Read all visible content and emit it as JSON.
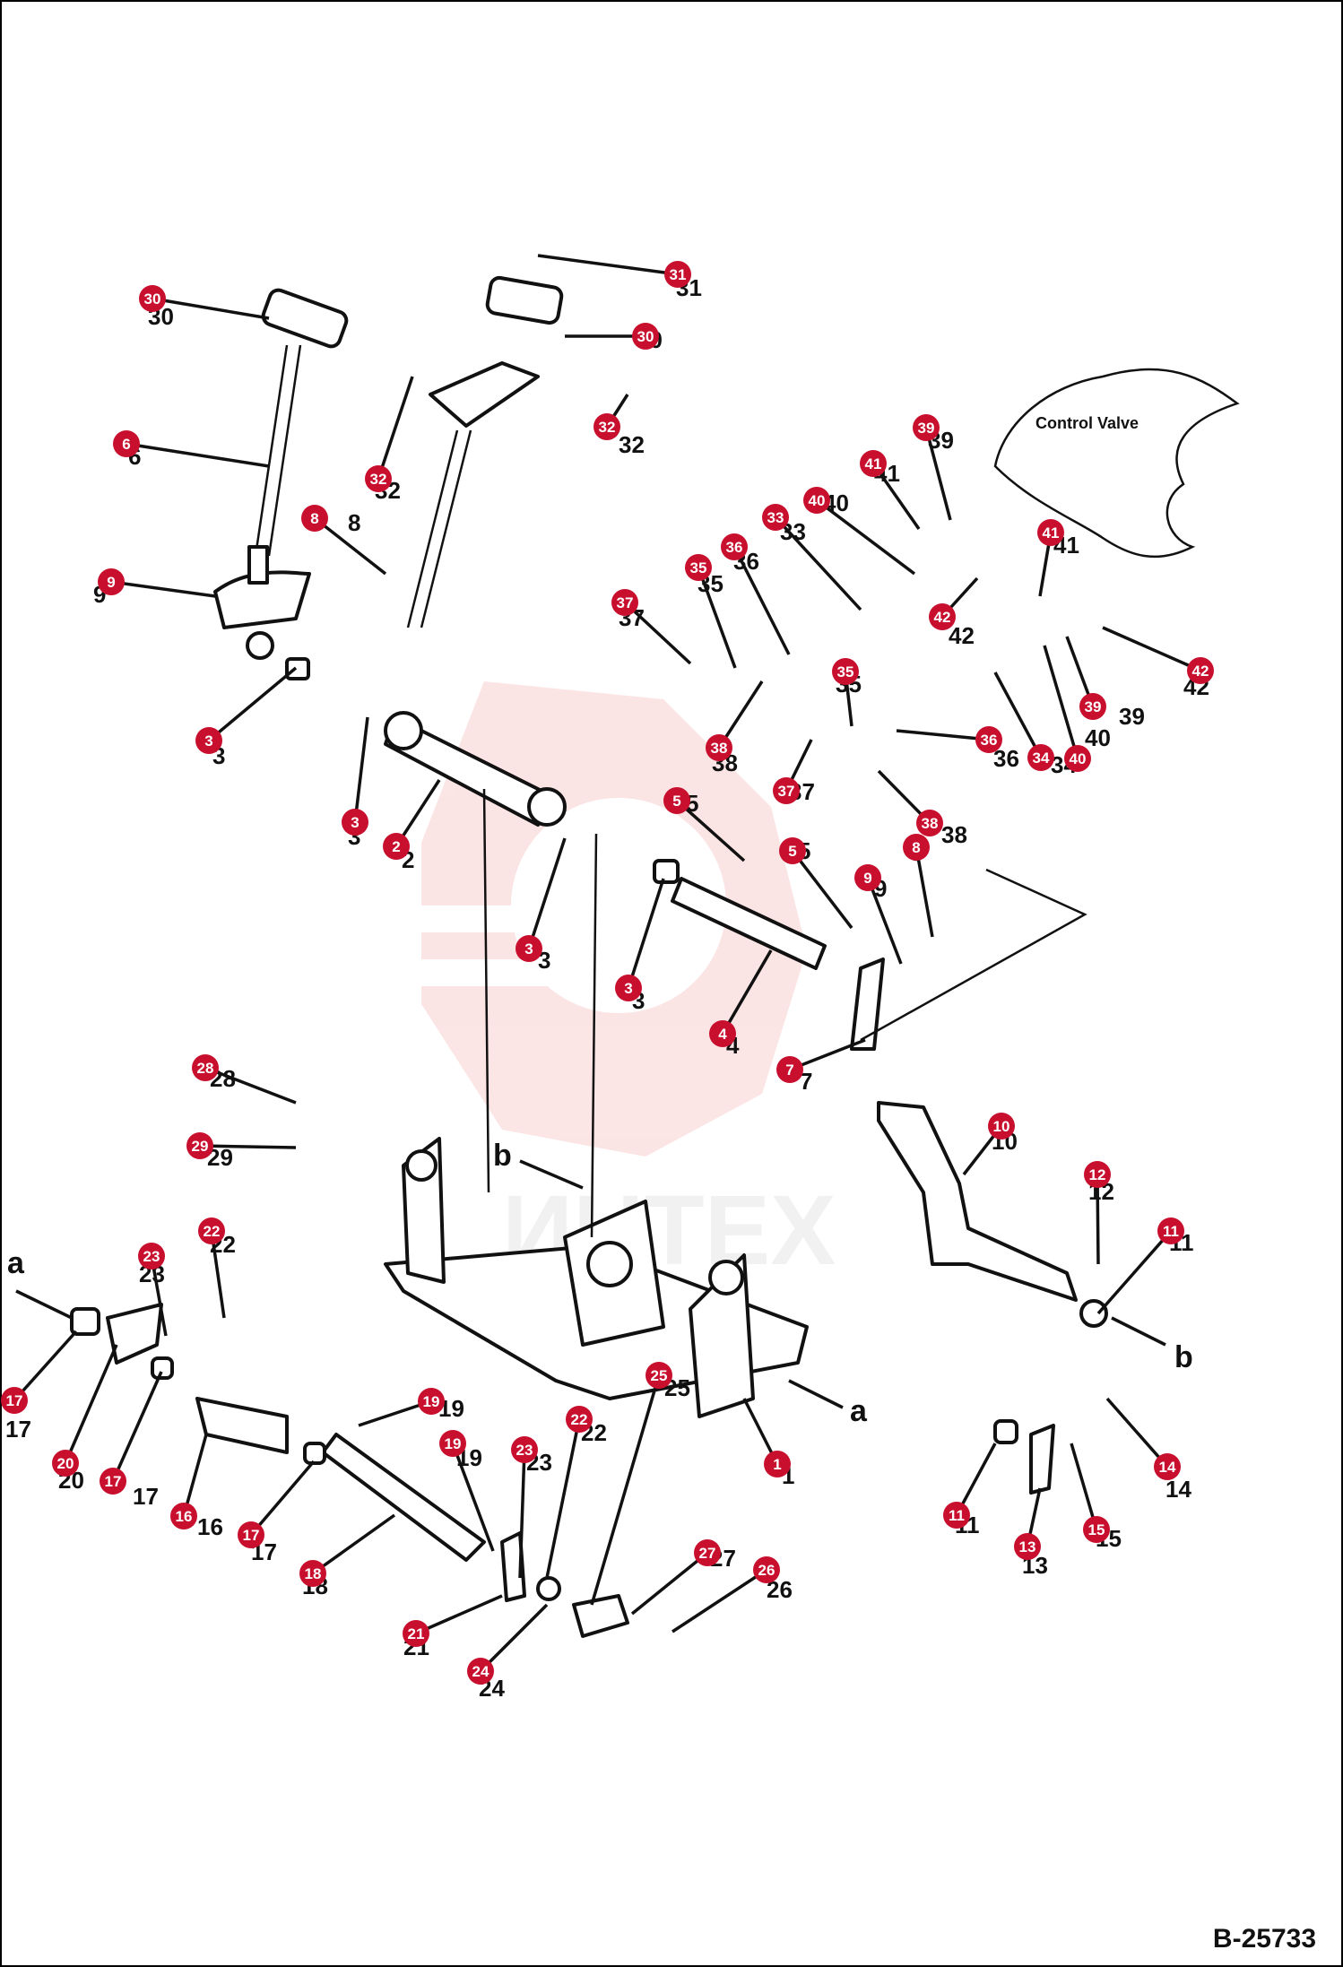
{
  "diagram": {
    "document_code": "B-25733",
    "valve_label": "Control Valve",
    "watermark_text": "ИНТЕХ",
    "direction_labels": [
      "a",
      "b",
      "b",
      "a"
    ],
    "colors": {
      "callout": "#c8102e",
      "line": "#111111",
      "watermark": "#f4b4b4"
    },
    "callouts": [
      "30",
      "31",
      "30",
      "6",
      "32",
      "8",
      "9",
      "32",
      "39",
      "41",
      "40",
      "33",
      "36",
      "35",
      "41",
      "42",
      "37",
      "42",
      "38",
      "39",
      "40",
      "34",
      "35",
      "36",
      "3",
      "3",
      "37",
      "38",
      "2",
      "5",
      "3",
      "5",
      "8",
      "9",
      "3",
      "4",
      "7",
      "28",
      "10",
      "29",
      "12",
      "11",
      "22",
      "23",
      "17",
      "20",
      "17",
      "19",
      "16",
      "17",
      "18",
      "19",
      "23",
      "22",
      "25",
      "27",
      "26",
      "21",
      "24",
      "1",
      "11",
      "14",
      "13",
      "15"
    ],
    "printed_numbers": [
      "30",
      "31",
      "30",
      "6",
      "32",
      "8",
      "9",
      "32",
      "39",
      "41",
      "40",
      "33",
      "36",
      "35",
      "41",
      "42",
      "37",
      "42",
      "38",
      "39",
      "40",
      "34",
      "35",
      "36",
      "3",
      "3",
      "37",
      "38",
      "2",
      "5",
      "3",
      "5",
      "8",
      "9",
      "3",
      "4",
      "7",
      "28",
      "10",
      "29",
      "12",
      "11",
      "22",
      "23",
      "17",
      "20",
      "17",
      "19",
      "16",
      "17",
      "18",
      "19",
      "23",
      "22",
      "25",
      "27",
      "26",
      "21",
      "24",
      "1",
      "11",
      "14",
      "13",
      "15"
    ]
  }
}
